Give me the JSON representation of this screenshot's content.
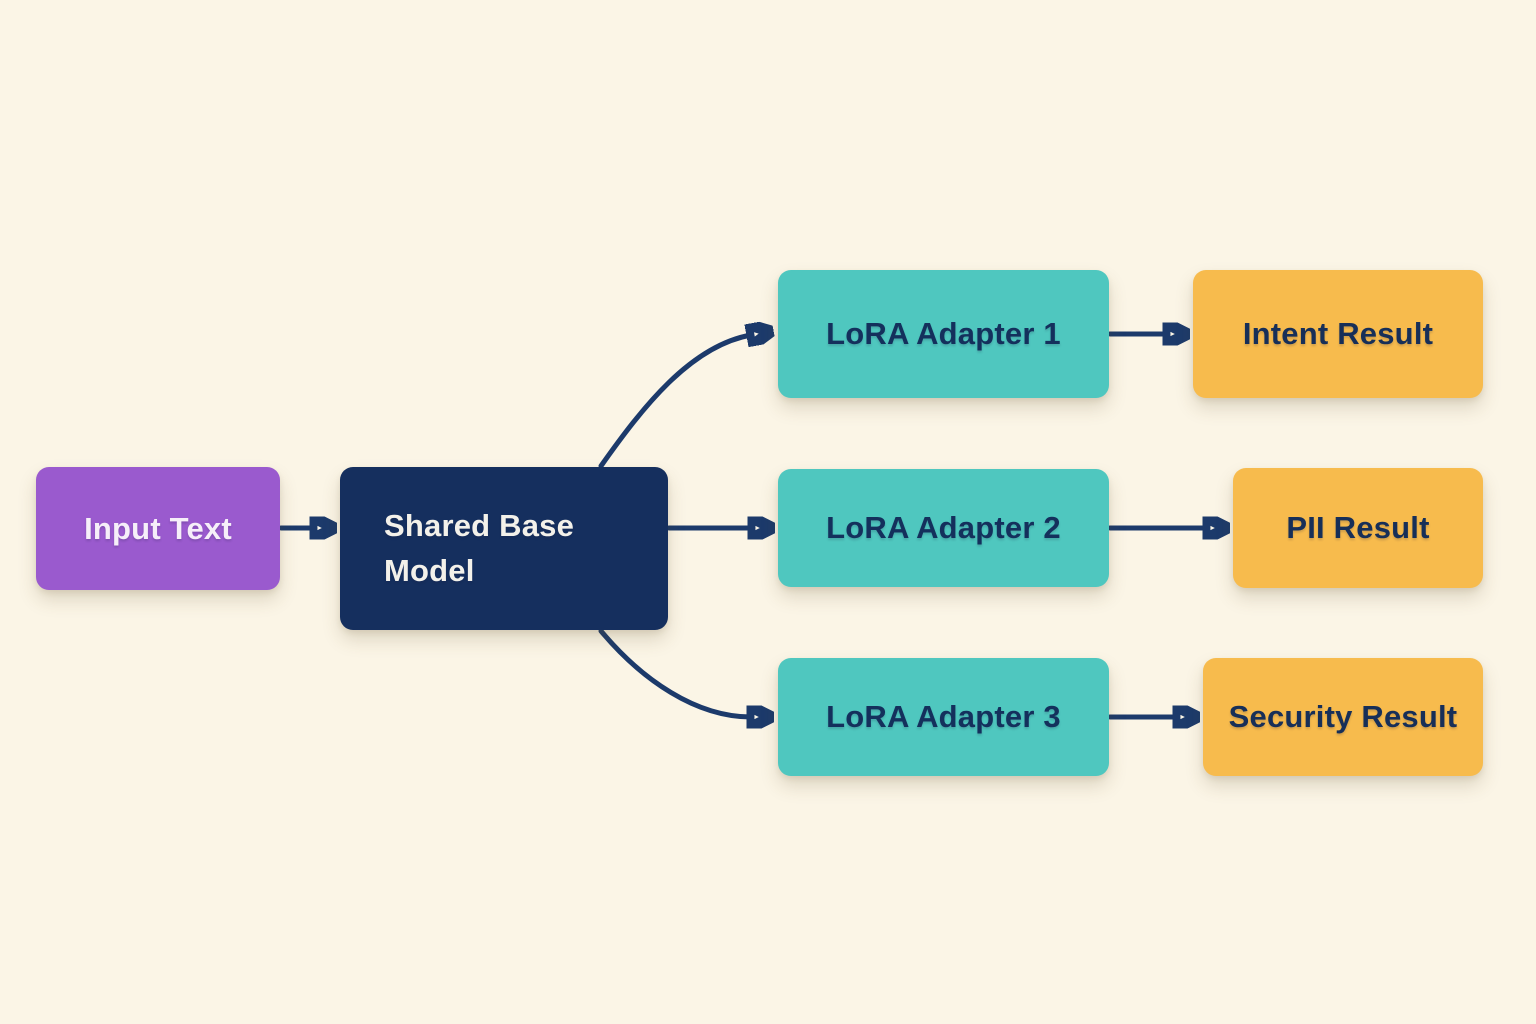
{
  "diagram": {
    "background_color": "#FBF5E6",
    "arrow_color": "#1C3A6B",
    "nodes": {
      "input_text": {
        "label": "Input Text",
        "color": "#9A5ACE",
        "text_color": "#F6EFF9"
      },
      "shared_base_model": {
        "label": "Shared Base Model",
        "color": "#152F5E",
        "text_color": "#F3F1EA"
      },
      "lora_adapter_1": {
        "label": "LoRA Adapter 1",
        "color": "#4FC7BF",
        "text_color": "#14305C"
      },
      "lora_adapter_2": {
        "label": "LoRA Adapter 2",
        "color": "#4FC7BF",
        "text_color": "#14305C"
      },
      "lora_adapter_3": {
        "label": "LoRA Adapter 3",
        "color": "#4FC7BF",
        "text_color": "#14305C"
      },
      "intent_result": {
        "label": "Intent Result",
        "color": "#F7BB4D",
        "text_color": "#172F58"
      },
      "pii_result": {
        "label": "PII Result",
        "color": "#F7BB4D",
        "text_color": "#172F58"
      },
      "security_result": {
        "label": "Security Result",
        "color": "#F7BB4D",
        "text_color": "#172F58"
      }
    },
    "edges": [
      {
        "from": "input_text",
        "to": "shared_base_model"
      },
      {
        "from": "shared_base_model",
        "to": "lora_adapter_1"
      },
      {
        "from": "shared_base_model",
        "to": "lora_adapter_2"
      },
      {
        "from": "shared_base_model",
        "to": "lora_adapter_3"
      },
      {
        "from": "lora_adapter_1",
        "to": "intent_result"
      },
      {
        "from": "lora_adapter_2",
        "to": "pii_result"
      },
      {
        "from": "lora_adapter_3",
        "to": "security_result"
      }
    ]
  }
}
